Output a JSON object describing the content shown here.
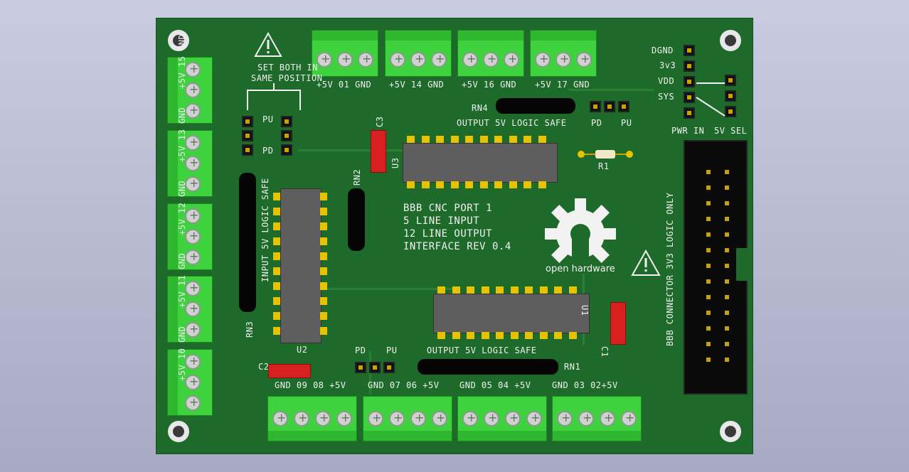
{
  "board": {
    "title_lines": [
      "BBB CNC PORT 1",
      "5 LINE INPUT",
      "12 LINE OUTPUT",
      "INTERFACE REV 0.4"
    ],
    "logo_text": "open hardware",
    "warning_text_1": "SET BOTH IN",
    "warning_text_2": "SAME POSITION",
    "bbb_label": "BBB CONNECTOR 3V3 LOGIC ONLY"
  },
  "top_terminals": [
    {
      "label": "+5V  01  GND"
    },
    {
      "label": "+5V  14  GND"
    },
    {
      "label": "+5V  16  GND"
    },
    {
      "label": "+5V  17  GND"
    }
  ],
  "left_terminals": [
    {
      "label": "+5V 15 GND"
    },
    {
      "label": "+5V 13 GND"
    },
    {
      "label": "+5V 12 GND"
    },
    {
      "label": "+5V 11 GND"
    },
    {
      "label": "+5V 10 GND"
    }
  ],
  "bottom_terminals": [
    {
      "label": "GND  09   08  +5V"
    },
    {
      "label": "GND  07   06  +5V"
    },
    {
      "label": "GND  05   04  +5V"
    },
    {
      "label": "GND  03   02+5V"
    }
  ],
  "components": {
    "rn1": "RN1",
    "rn2": "RN2",
    "rn3": "RN3",
    "rn4": "RN4",
    "u1": "U1",
    "u2": "U2",
    "u3": "U3",
    "c1": "C1",
    "c2": "C2",
    "c3": "C3",
    "r1": "R1"
  },
  "labels": {
    "output_top": "OUTPUT 5V LOGIC SAFE",
    "output_bottom": "OUTPUT 5V LOGIC SAFE",
    "input": "INPUT 5V LOGIC SAFE",
    "pu": "PU",
    "pd": "PD",
    "dgnd": "DGND",
    "v3v3": "3v3",
    "vdd": "VDD",
    "sys": "SYS",
    "pwr_in": "PWR IN",
    "sel_5v": "5V SEL"
  }
}
